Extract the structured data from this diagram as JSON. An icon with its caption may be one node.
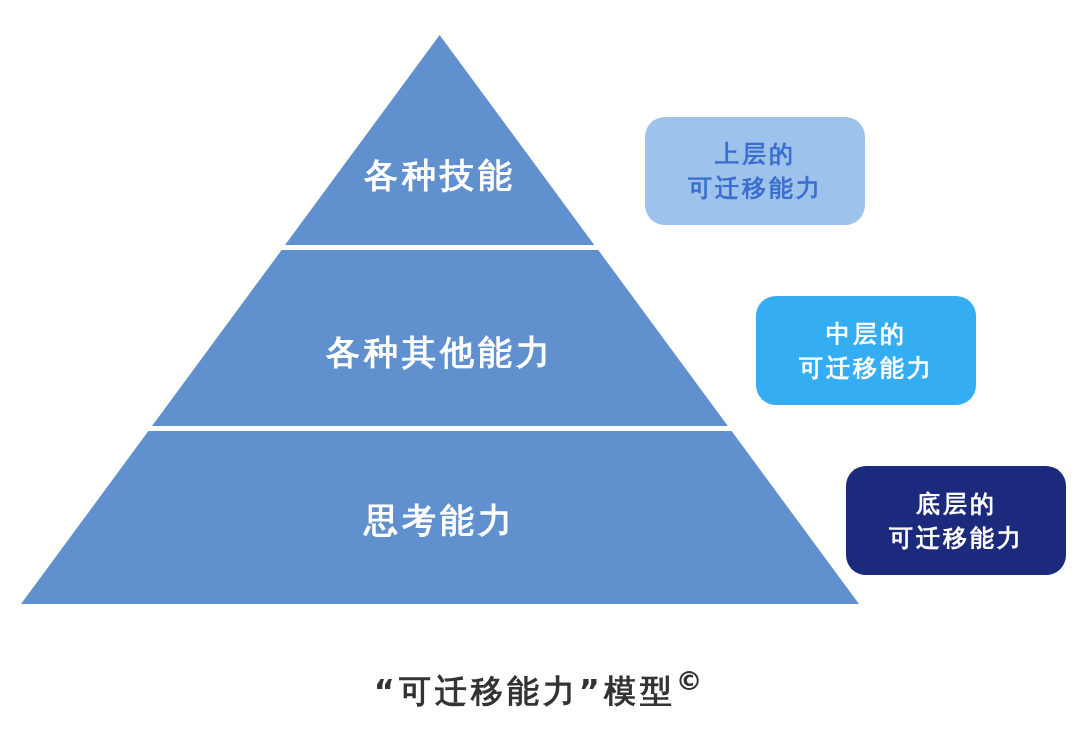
{
  "diagram": {
    "caption": "“可迁移能力”模型$^{©}$",
    "nodes": [
      {
        "text": [
          "各种技能"
        ]
      },
      {
        "text": [
          "各种其他能力"
        ]
      },
      {
        "text": [
          "思考能力"
        ]
      },
      {
        "text": [
          "上层的可迁移能力"
        ]
      },
      {
        "text": [
          "中层的可迁移能力"
        ]
      },
      {
        "text": [
          "底层的可迁移能力"
        ]
      }
    ]
  }
}
